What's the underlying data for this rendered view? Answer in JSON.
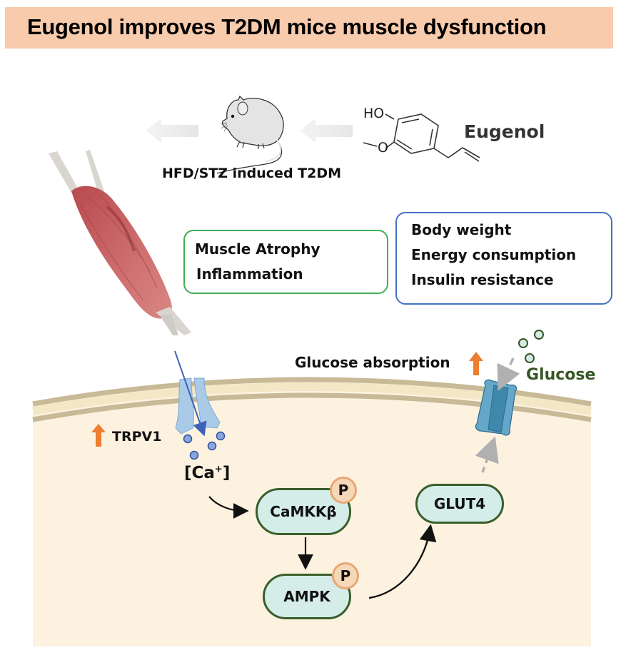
{
  "title": "Eugenol improves T2DM mice muscle dysfunction",
  "compound": {
    "name": "Eugenol",
    "structure_labels": {
      "hydroxyl": "HO",
      "methoxy": "O"
    }
  },
  "model": {
    "label": "HFD/STZ induced T2DM",
    "icon": "mouse-icon"
  },
  "muscle": {
    "icon": "muscle-icon"
  },
  "green_box": {
    "items": [
      {
        "label": "Muscle Atrophy",
        "direction": "down",
        "icon": "arrow-down-icon"
      },
      {
        "label": "Inflammation",
        "direction": "down",
        "icon": "arrow-down-icon"
      }
    ]
  },
  "blue_box": {
    "items": [
      {
        "label": "Body weight",
        "direction": "up",
        "icon": "arrow-up-icon"
      },
      {
        "label": "Energy consumption",
        "direction": "up",
        "icon": "arrow-up-icon"
      },
      {
        "label": "Insulin resistance",
        "direction": "down",
        "icon": "arrow-down-icon"
      }
    ]
  },
  "cell": {
    "trpv1": {
      "label": "TRPV1",
      "direction": "up"
    },
    "calcium": {
      "label": "[Ca",
      "superscript": "+",
      "close": "]"
    },
    "glucose_absorption": {
      "label": "Glucose absorption",
      "direction": "up"
    },
    "glucose": {
      "label": "Glucose"
    },
    "nodes": {
      "camkkb": {
        "label": "CaMKKβ",
        "phospho": "P"
      },
      "ampk": {
        "label": "AMPK",
        "phospho": "P"
      },
      "glut4": {
        "label": "GLUT4"
      }
    }
  },
  "colors": {
    "title_bg": "#f8cbad",
    "green_arrow": "#8dc63f",
    "blue_arrow": "#4472c4",
    "orange_arrow": "#ed7d31",
    "glucose_text": "#375623",
    "cell_bg": "#fdf2e0",
    "membrane": "#c8b997"
  }
}
